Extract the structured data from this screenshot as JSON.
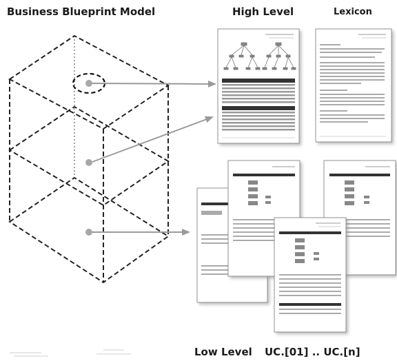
{
  "labels": {
    "model": "Business Blueprint Model",
    "high_level": "High Level",
    "lexicon": "Lexicon",
    "low_level": "Low Level",
    "use_cases": "UC.[01] .. UC.[n]"
  },
  "colors": {
    "dash_line": "#222222",
    "arrow": "#9a9a9a",
    "dot": "#a8a8a8",
    "page_bg": "#ffffff",
    "shadow": "#c8c8c8"
  }
}
